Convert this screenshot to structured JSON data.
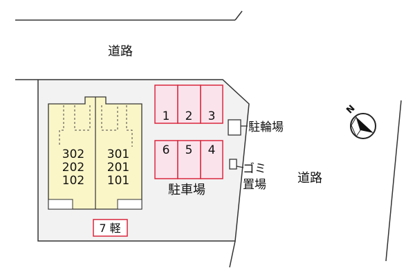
{
  "labels": {
    "road_top": "道路",
    "road_right": "道路",
    "parking": "駐車場",
    "bike_parking": "駐輪場",
    "garbage_line1": "ゴミ",
    "garbage_line2": "置場",
    "compass_north": "N"
  },
  "building": {
    "left_column": [
      "302",
      "202",
      "102"
    ],
    "right_column": [
      "301",
      "201",
      "101"
    ]
  },
  "parking_spaces": {
    "top_row": [
      "1",
      "2",
      "3"
    ],
    "bottom_row": [
      "6",
      "5",
      "4"
    ],
    "light_vehicle": "7 軽"
  },
  "colors": {
    "site_fill": "#f2f2f2",
    "building_fill": "#fbf6c8",
    "parking_fill": "#fbe3ec",
    "parking_stroke": "#d9263c",
    "outline": "#333333"
  }
}
